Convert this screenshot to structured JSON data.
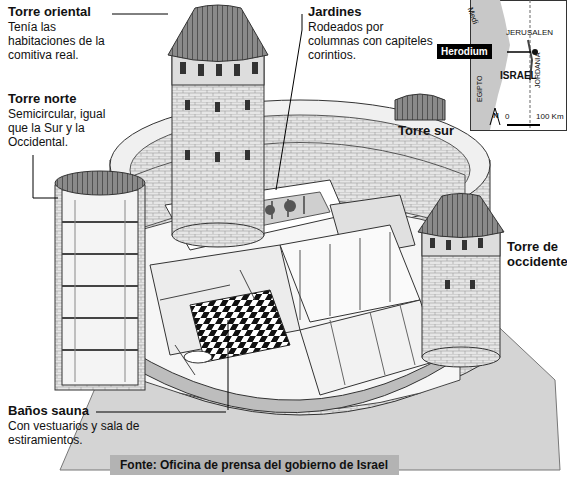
{
  "diagram": {
    "caption": "Fonte: Oficina de prensa del gobierno de Israel",
    "nodes": [
      {
        "text": [
          "Herodium"
        ]
      },
      {
        "text": [
          "Fonte: Oficina de prensa del gobierno de Israel"
        ]
      }
    ],
    "labels": [
      "Torre oriental",
      "Tenía las habitaciones de la comitiva real.",
      "Torre norte",
      "Semicircular, igual que la Sur y la Occidental.",
      "Jardines",
      "Rodeados por columnas con capiteles corintios.",
      "Torre sur",
      "Torre de occidente",
      "Baños sauna",
      "Con vestuarios y sala de estiramientos.",
      "Medi",
      "JERUSALEN",
      "ISRAEL",
      "EGIPTO",
      "JORDANIA",
      "N",
      "0",
      "100 Km"
    ]
  }
}
